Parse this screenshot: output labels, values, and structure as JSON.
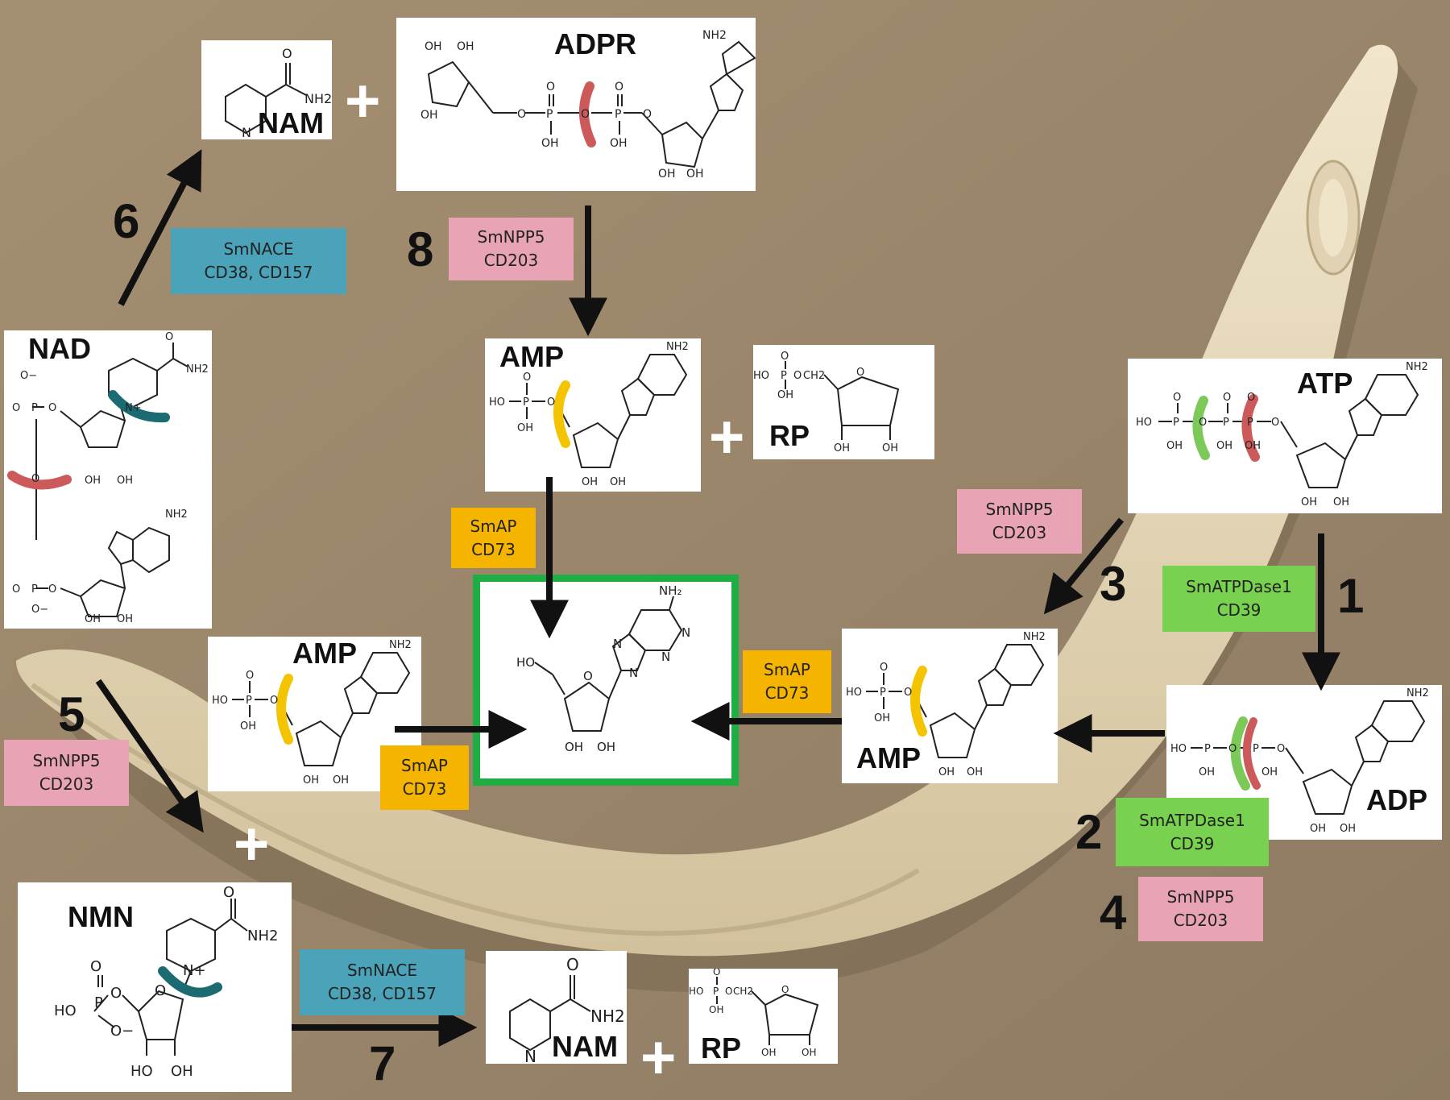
{
  "compounds": {
    "adpr": "ADPR",
    "nam_top": "NAM",
    "nad": "NAD",
    "amp_top": "AMP",
    "rp_top": "RP",
    "atp": "ATP",
    "amp_left": "AMP",
    "amp_right": "AMP",
    "adp": "ADP",
    "nmn": "NMN",
    "nam_bottom": "NAM",
    "rp_bottom": "RP"
  },
  "enzymes": {
    "e6": {
      "line1": "SmNACE",
      "line2": "CD38, CD157"
    },
    "e8": {
      "line1": "SmNPP5",
      "line2": "CD203"
    },
    "ap_top": {
      "line1": "SmAP",
      "line2": "CD73"
    },
    "e3": {
      "line1": "SmNPP5",
      "line2": "CD203"
    },
    "e1": {
      "line1": "SmATPDase1",
      "line2": "CD39"
    },
    "ap_right": {
      "line1": "SmAP",
      "line2": "CD73"
    },
    "ap_left": {
      "line1": "SmAP",
      "line2": "CD73"
    },
    "e5": {
      "line1": "SmNPP5",
      "line2": "CD203"
    },
    "e2": {
      "line1": "SmATPDase1",
      "line2": "CD39"
    },
    "e4": {
      "line1": "SmNPP5",
      "line2": "CD203"
    },
    "e7": {
      "line1": "SmNACE",
      "line2": "CD38, CD157"
    }
  },
  "steps": {
    "s1": "1",
    "s2": "2",
    "s3": "3",
    "s4": "4",
    "s5": "5",
    "s6": "6",
    "s7": "7",
    "s8": "8"
  },
  "operators": {
    "plus": "+"
  },
  "atoms": {
    "oh": "OH",
    "ho": "HO",
    "o": "O",
    "p": "P",
    "n": "N",
    "h": "H",
    "nh2": "NH2",
    "ch2": "CH2",
    "nplus": "N+",
    "ominus": "O−",
    "nh2_big": "NH₂"
  },
  "colors": {
    "background": "#a08b6e",
    "worm": "#e9dcbf",
    "cut_red": "#cc5a5a",
    "cut_green": "#7cc95a",
    "cut_yellow": "#f5c400",
    "cut_teal": "#1c6b73",
    "product_frame": "#1fae43",
    "enzyme_pink": "#e8a3b5",
    "enzyme_teal": "#4aa3b8",
    "enzyme_green": "#79d24f",
    "enzyme_yellow": "#f5b400"
  }
}
